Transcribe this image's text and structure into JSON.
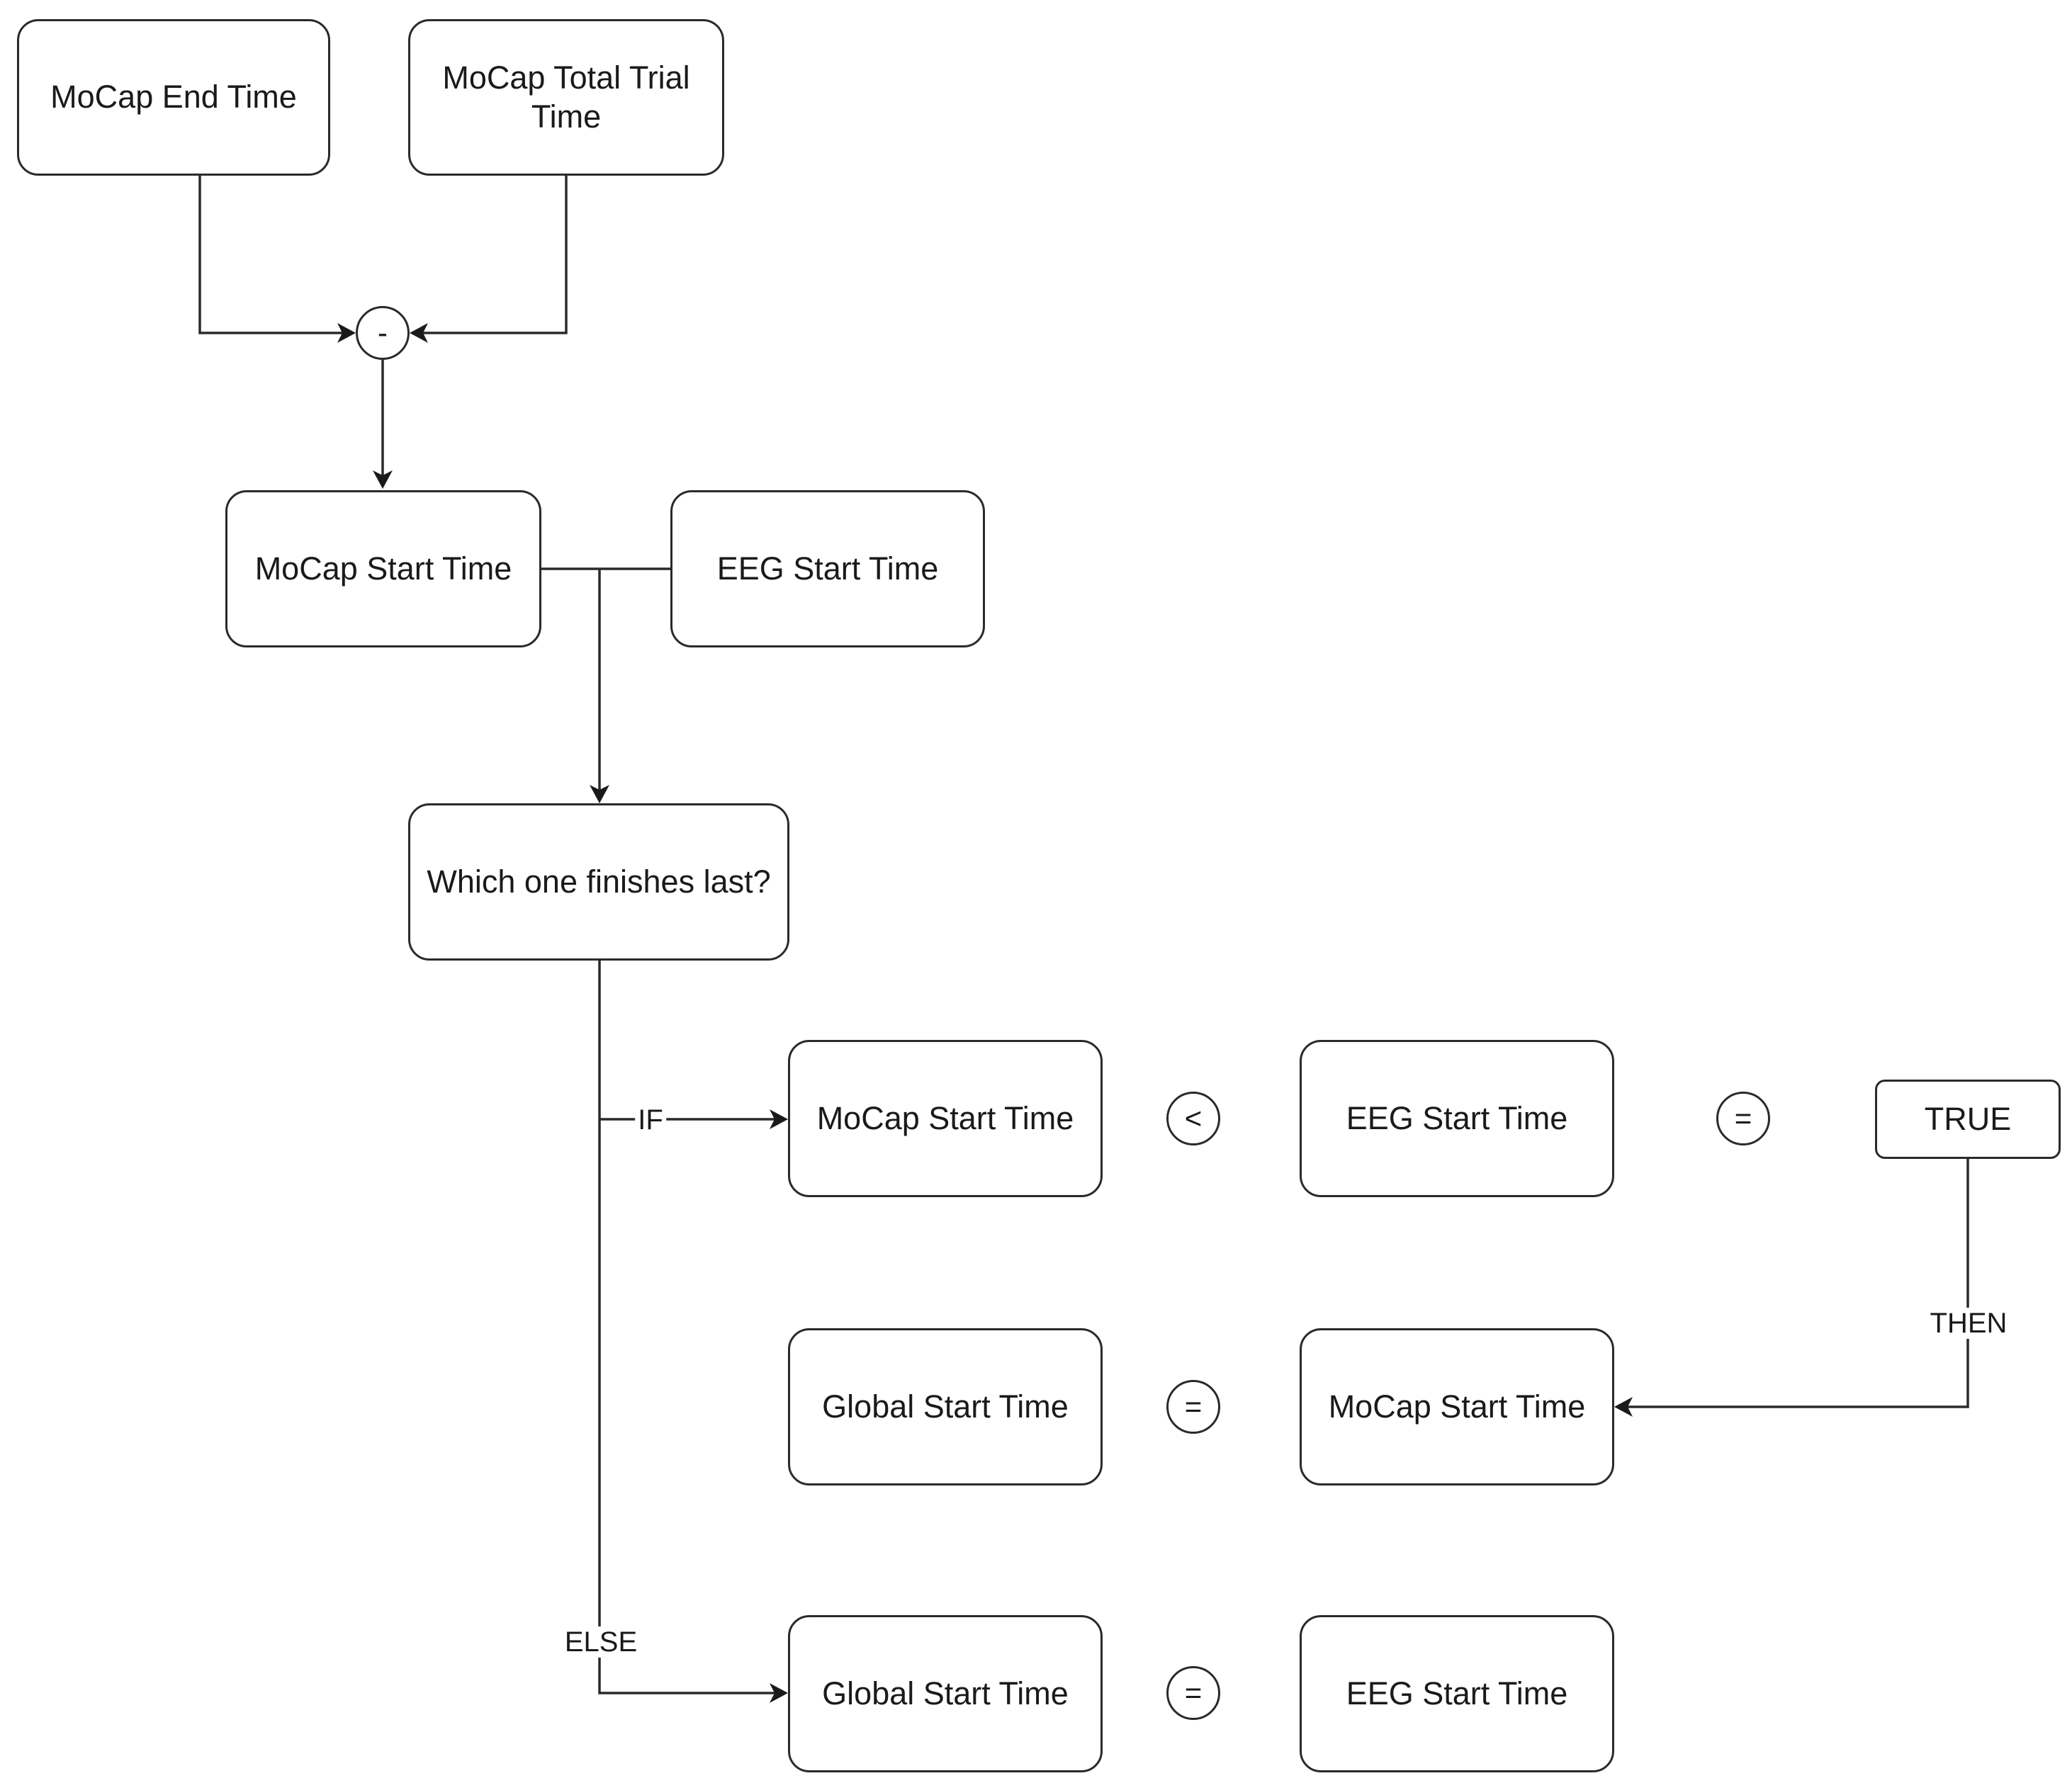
{
  "nodes": {
    "mocap_end_time": "MoCap End Time",
    "mocap_total_trial_time": "MoCap Total Trial Time",
    "mocap_start_time_top": "MoCap Start Time",
    "eeg_start_time_top": "EEG Start Time",
    "which_finishes_last": "Which one finishes last?",
    "if_mocap_start_time": "MoCap Start Time",
    "if_eeg_start_time": "EEG Start Time",
    "true_box": "TRUE",
    "then_global_start_time": "Global Start Time",
    "then_mocap_start_time": "MoCap Start Time",
    "else_global_start_time": "Global Start Time",
    "else_eeg_start_time": "EEG Start Time"
  },
  "operators": {
    "minus": "-",
    "less_than": "<",
    "equals_true": "=",
    "equals_then": "=",
    "equals_else": "="
  },
  "edge_labels": {
    "if": "IF",
    "then": "THEN",
    "else": "ELSE"
  },
  "colors": {
    "stroke": "#2a2a2a",
    "background": "#ffffff"
  }
}
